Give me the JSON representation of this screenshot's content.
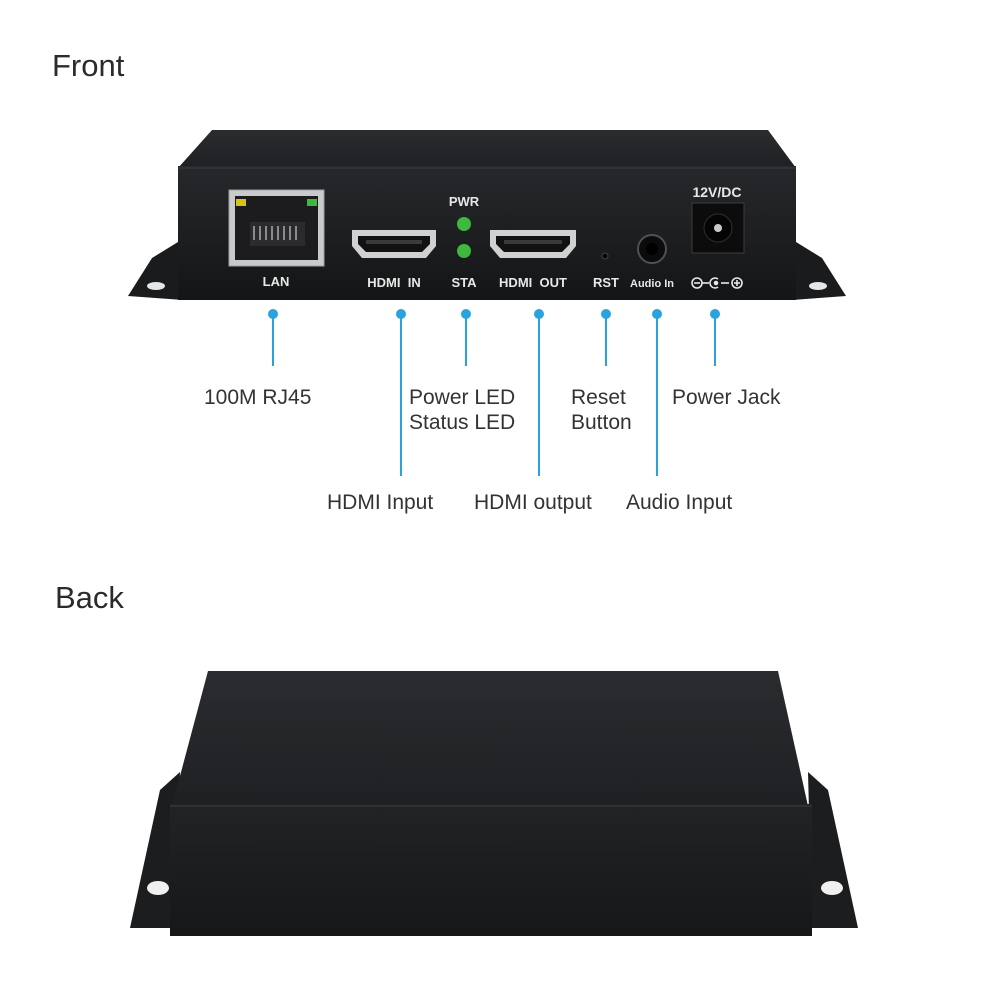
{
  "sections": {
    "front": "Front",
    "back": "Back"
  },
  "panel_labels": {
    "lan": "LAN",
    "pwr": "PWR",
    "sta": "STA",
    "hdmi_in": "HDMI  IN",
    "hdmi_out": "HDMI  OUT",
    "rst": "RST",
    "audio_in": "Audio In",
    "dc": "12V/DC"
  },
  "callouts": {
    "rj45": "100M RJ45",
    "hdmi_input": "HDMI Input",
    "power_led": "Power LED",
    "status_led": "Status LED",
    "hdmi_output": "HDMI output",
    "reset_1": "Reset",
    "reset_2": "Button",
    "audio_input": "Audio Input",
    "power_jack": "Power Jack"
  },
  "colors": {
    "accent": "#2aa3dd",
    "device_body": "#1b1c1e",
    "led_green": "#3fb83f",
    "led_yellow": "#d8c21a"
  }
}
